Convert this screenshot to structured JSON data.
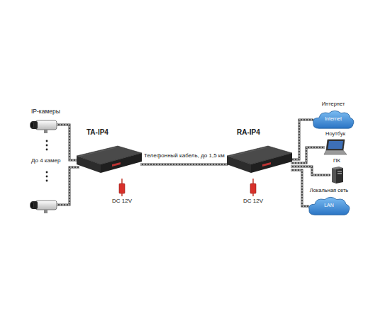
{
  "diagram": {
    "nodes": [
      {
        "text": [
          "TA-IP4"
        ]
      },
      {
        "text": [
          "RA-IP4"
        ]
      },
      {
        "text": [
          "Интернет",
          "Internet"
        ]
      },
      {
        "text": [
          "Ноутбук"
        ]
      },
      {
        "text": [
          "ПК"
        ]
      },
      {
        "text": [
          "Локальная сеть",
          "LAN"
        ]
      }
    ],
    "edges": [
      {
        "from": 0,
        "to": 1,
        "arrow": "none",
        "label": "Телефонный кабель, до 1,5 км"
      },
      {
        "from": 1,
        "to": 2,
        "arrow": "none"
      },
      {
        "from": 1,
        "to": 3,
        "arrow": "none"
      },
      {
        "from": 1,
        "to": 4,
        "arrow": "none"
      },
      {
        "from": 1,
        "to": 5,
        "arrow": "none"
      }
    ],
    "labels": [
      "IP-камеры",
      "До 4 камер",
      "DC 12V",
      "DC 12V"
    ]
  }
}
